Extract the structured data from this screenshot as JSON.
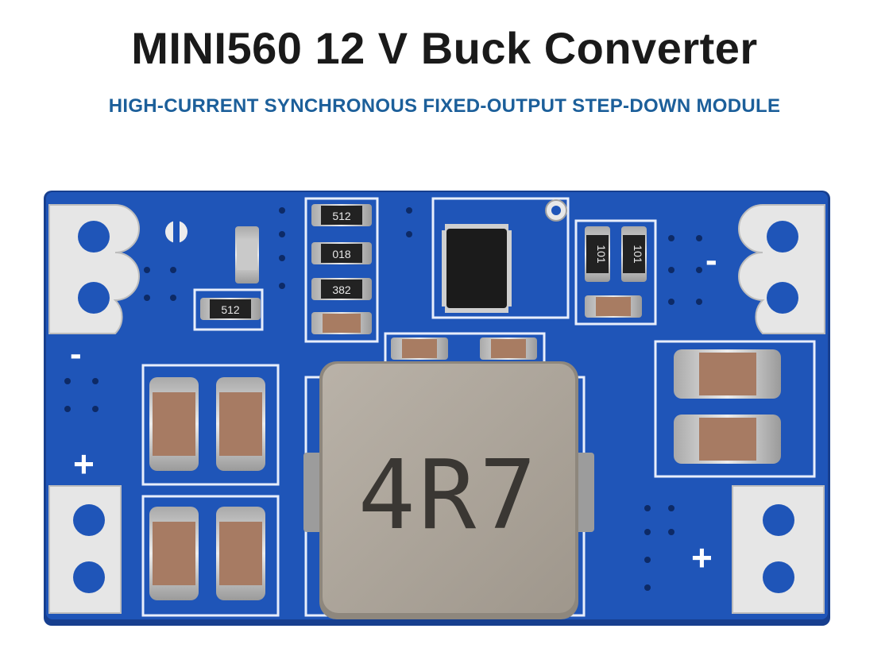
{
  "header": {
    "title": "MINI560 12 V Buck Converter",
    "subtitle": "HIGH-CURRENT SYNCHRONOUS FIXED-OUTPUT STEP-DOWN MODULE"
  },
  "board": {
    "pcb_color": "#1f55b8",
    "silk_color": "#ffffff",
    "inductor_marking": "4R7",
    "resistor_markings": [
      "512",
      "018",
      "382",
      "512",
      "101",
      "101"
    ],
    "terminal_marks": [
      "-",
      "+",
      "-",
      "+"
    ]
  }
}
